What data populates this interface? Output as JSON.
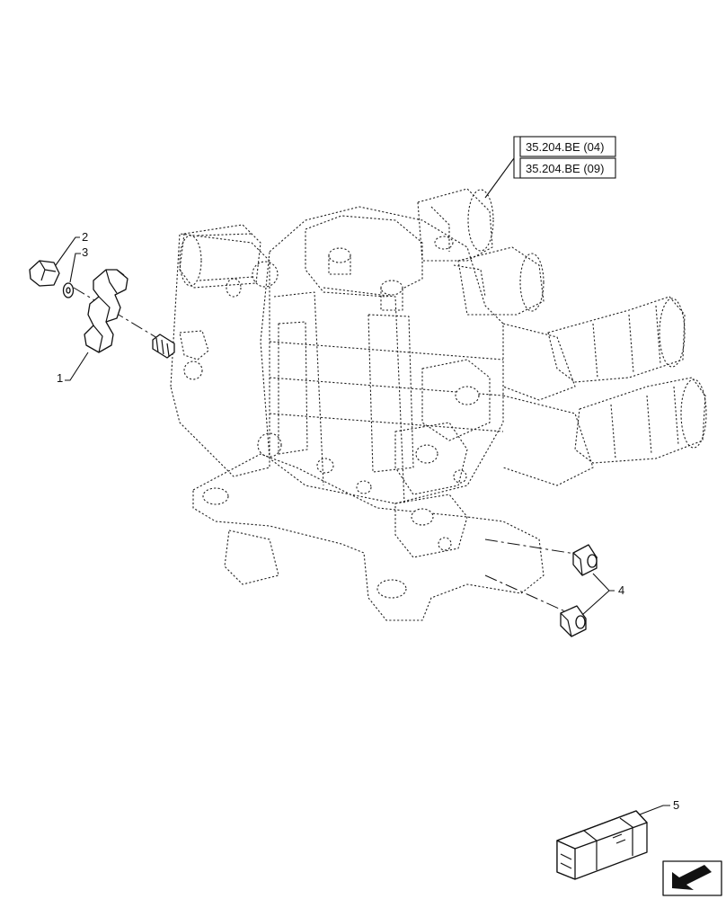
{
  "references": [
    {
      "label": "35.204.BE (04)"
    },
    {
      "label": "35.204.BE (09)"
    }
  ],
  "callouts": [
    {
      "number": "1"
    },
    {
      "number": "2"
    },
    {
      "number": "3"
    },
    {
      "number": "4"
    },
    {
      "number": "5"
    }
  ],
  "icons": {
    "kit_box": "kit-box-icon",
    "navigation_arrow": "back-arrow-icon"
  },
  "colors": {
    "line": "#111111",
    "background": "#ffffff"
  }
}
